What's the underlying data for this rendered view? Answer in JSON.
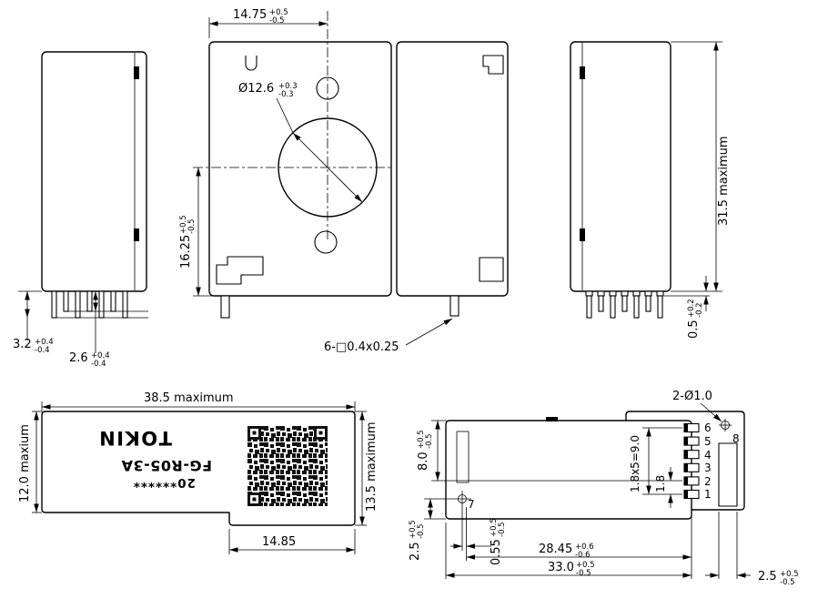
{
  "part": {
    "brand": "TOKIN",
    "part_number": "FG-R05-3A",
    "serial": "20******"
  },
  "views": {
    "left_side": {
      "dims": {
        "pin_long": {
          "v": "3.2",
          "up": "+0.4",
          "dn": "-0.4"
        },
        "pin_short": {
          "v": "2.6",
          "up": "+0.4",
          "dn": "-0.4"
        }
      }
    },
    "front": {
      "dims": {
        "hole_center_x": {
          "v": "14.75",
          "up": "+0.5",
          "dn": "-0.5"
        },
        "hole_dia": {
          "v": "Ø12.6",
          "up": "+0.3",
          "dn": "-0.3"
        },
        "hole_center_y": {
          "v": "16.25",
          "up": "+0.5",
          "dn": "-0.5"
        },
        "pin_note": "6-□0.4x0.25"
      }
    },
    "right_side": {
      "dims": {
        "height": "31.5 maximum",
        "standoff": {
          "v": "0.5",
          "up": "+0.2",
          "dn": "-0.2"
        }
      }
    },
    "bottom": {
      "dims": {
        "width": "38.5 maximum",
        "depth_left": "12.0 maxium",
        "depth_right": "13.5 maximum",
        "step_width": "14.85"
      }
    },
    "pin_layout": {
      "dims": {
        "guide_holes": "2-Ø1.0",
        "depth": {
          "v": "8.0",
          "up": "+0.5",
          "dn": "-0.5"
        },
        "pitch_total": "1.8x5=9.0",
        "pitch": "1.8",
        "hole7_edge": {
          "v": "2.5",
          "up": "+0.5",
          "dn": "-0.5"
        },
        "hole7_offset": {
          "v": "0.55",
          "up": "+0.5",
          "dn": "-0.5"
        },
        "span": {
          "v": "28.45",
          "up": "+0.6",
          "dn": "-0.6"
        },
        "width": {
          "v": "33.0",
          "up": "+0.5",
          "dn": "-0.5"
        },
        "boss_width": {
          "v": "2.5",
          "up": "+0.5",
          "dn": "-0.5"
        }
      },
      "pin_labels": [
        "6",
        "5",
        "4",
        "3",
        "2",
        "1"
      ],
      "hole_labels": {
        "h7": "7",
        "h8": "8"
      }
    }
  }
}
